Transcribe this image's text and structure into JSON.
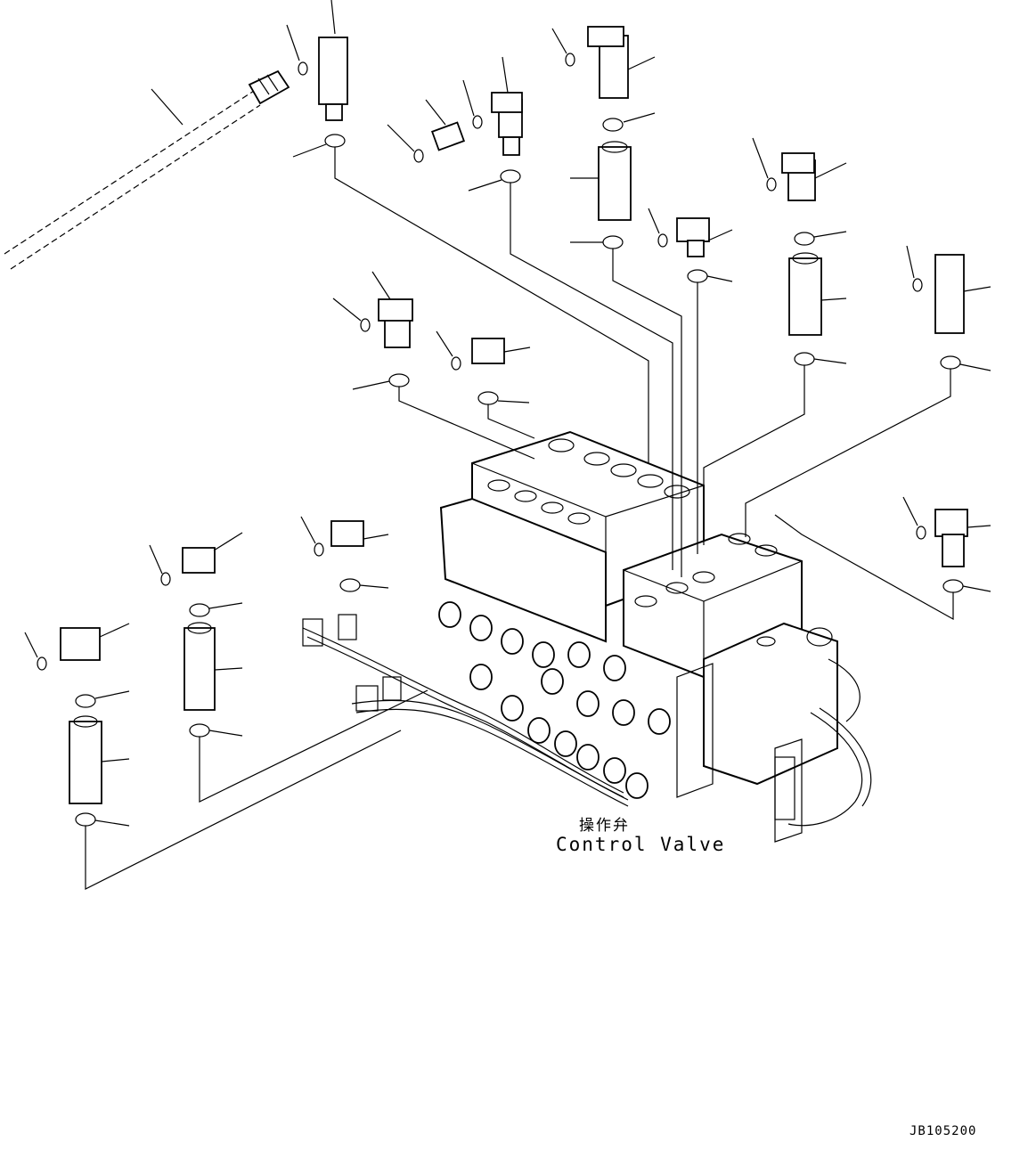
{
  "component": {
    "label_jp": "操作弁",
    "label_en": "Control Valve"
  },
  "drawing_number": "JB105200"
}
